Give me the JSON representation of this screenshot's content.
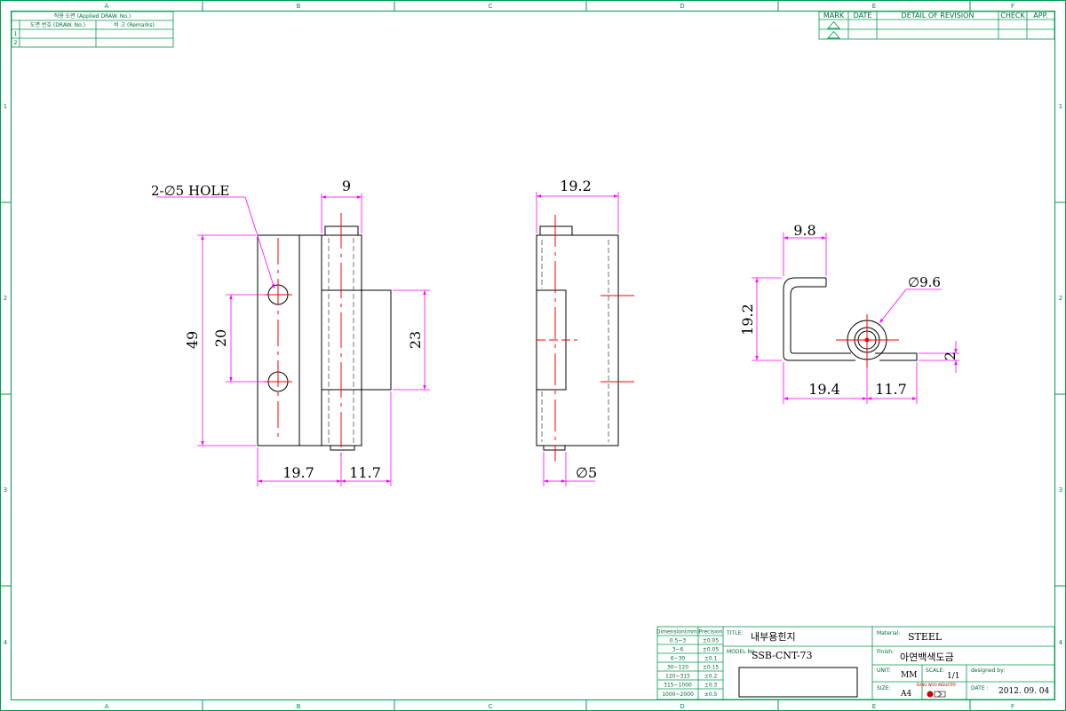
{
  "zones": {
    "columns": [
      "A",
      "B",
      "C",
      "D",
      "E",
      "F"
    ],
    "rows": [
      "1",
      "2",
      "3",
      "4"
    ]
  },
  "revision_table": {
    "headers": [
      "MARK",
      "DATE",
      "DETAIL OF REVISION",
      "CHECK",
      "APP."
    ]
  },
  "applied_table": {
    "title": "적용 도면 (Applied DRAW. No.)",
    "col1": "도면 번호 (DRAW. No.)",
    "col2": "비 고 (Remarks)",
    "rows": [
      "1",
      "2"
    ]
  },
  "views": {
    "front": {
      "hole_note": "2-∅5 HOLE",
      "dims": {
        "top": "9",
        "height": "49",
        "pitch": "20",
        "leaf": "23",
        "bottom_left": "19.7",
        "bottom_right": "11.7"
      }
    },
    "side": {
      "dims": {
        "top": "19.2",
        "pin": "∅5"
      }
    },
    "plan": {
      "dims": {
        "top": "9.8",
        "height": "19.2",
        "bore": "∅9.6",
        "thick": "2",
        "bottom_left": "19.4",
        "bottom_right": "11.7"
      }
    }
  },
  "tolerance_table": {
    "headers": [
      "Dimension(mm)",
      "Precision"
    ],
    "rows": [
      [
        "0.5~3",
        "±0.05"
      ],
      [
        "3~6",
        "±0.05"
      ],
      [
        "6~30",
        "±0.1"
      ],
      [
        "30~120",
        "±0.15"
      ],
      [
        "120~315",
        "±0.2"
      ],
      [
        "315~1000",
        "±0.3"
      ],
      [
        "1000~2000",
        "±0.5"
      ]
    ]
  },
  "title_block": {
    "title_label": "TITLE:",
    "title": "내부용힌지",
    "model_label": "MODEL No",
    "model": "SSB-CNT-73",
    "material_label": "Material:",
    "material": "STEEL",
    "finish_label": "Finish:",
    "finish": "아연백색도금",
    "unit_label": "UNIT:",
    "unit": "MM",
    "scale_label": "SCALE:",
    "scale": "1/1",
    "designed_label": "designed by:",
    "size_label": "SIZE:",
    "size": "A4",
    "date_label": "DATE :",
    "date": "2012. 09. 04",
    "logo_text": "SUNG WOO INDUSTRY"
  },
  "colors": {
    "frame": "#009a4e",
    "dimension": "#ff00ff",
    "centerline": "#ff0000",
    "outline": "#000000"
  }
}
